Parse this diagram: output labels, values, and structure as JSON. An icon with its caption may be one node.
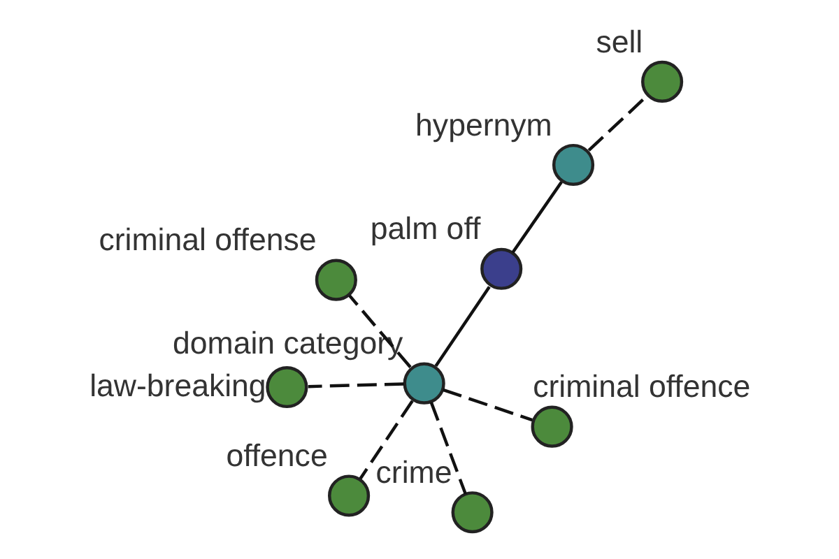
{
  "diagram": {
    "nodes": [
      {
        "text": [
          "criminal offense"
        ]
      },
      {
        "text": [
          "palm off"
        ]
      },
      {
        "text": [
          "offence"
        ]
      },
      {
        "text": [
          "domain category"
        ]
      },
      {
        "text": [
          "hypernym"
        ]
      },
      {
        "text": [
          "criminal offence"
        ]
      },
      {
        "text": [
          "law-breaking"
        ]
      },
      {
        "text": [
          "crime"
        ]
      },
      {
        "text": [
          "sell"
        ]
      }
    ],
    "edges": [
      {
        "from": 1,
        "to": 4,
        "arrow": "none"
      },
      {
        "from": 1,
        "to": 3,
        "arrow": "none"
      },
      {
        "from": 4,
        "to": 8,
        "arrow": "none",
        "style": "dashed"
      },
      {
        "from": 3,
        "to": 0,
        "arrow": "none",
        "style": "dashed"
      },
      {
        "from": 3,
        "to": 2,
        "arrow": "none",
        "style": "dashed"
      },
      {
        "from": 3,
        "to": 5,
        "arrow": "none",
        "style": "dashed"
      },
      {
        "from": 3,
        "to": 7,
        "arrow": "none",
        "style": "dashed"
      },
      {
        "from": 3,
        "to": 6,
        "arrow": "none",
        "style": "dashed"
      }
    ]
  }
}
